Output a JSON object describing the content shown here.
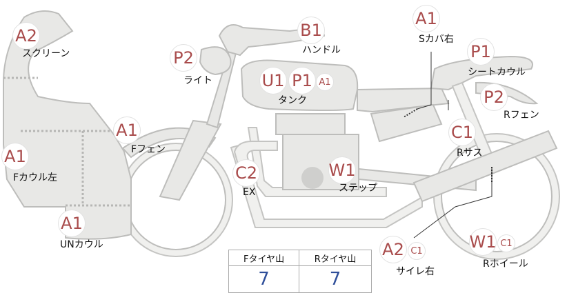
{
  "labels": {
    "screen": "スクリーン",
    "light": "ライト",
    "handle": "ハンドル",
    "tank": "タンク",
    "s_cover_right": "Sカバ右",
    "seat_cowl": "シートカウル",
    "r_fender": "Rフェン",
    "f_fender": "Fフェン",
    "f_cowl_left": "Fカウル左",
    "r_suspension": "Rサス",
    "ex": "EX",
    "step": "ステップ",
    "un_cowl": "UNカウル",
    "silencer_right": "サイレ右",
    "r_wheel": "Rホイール"
  },
  "badges": {
    "screen": "A2",
    "light": "P2",
    "handle": "B1",
    "tank_u": "U1",
    "tank_p": "P1",
    "tank_a": "A1",
    "s_cover_right": "A1",
    "seat_cowl": "P1",
    "r_fender": "P2",
    "f_fender": "A1",
    "f_cowl_left": "A1",
    "r_suspension": "C1",
    "ex": "C2",
    "step": "W1",
    "un_cowl": "A1",
    "silencer_right": "A2",
    "silencer_right_c": "C1",
    "r_wheel": "W1",
    "r_wheel_c": "C1"
  },
  "tread_table": {
    "front_header": "Fタイヤ山",
    "rear_header": "Rタイヤ山",
    "front_value": "7",
    "rear_value": "7"
  }
}
